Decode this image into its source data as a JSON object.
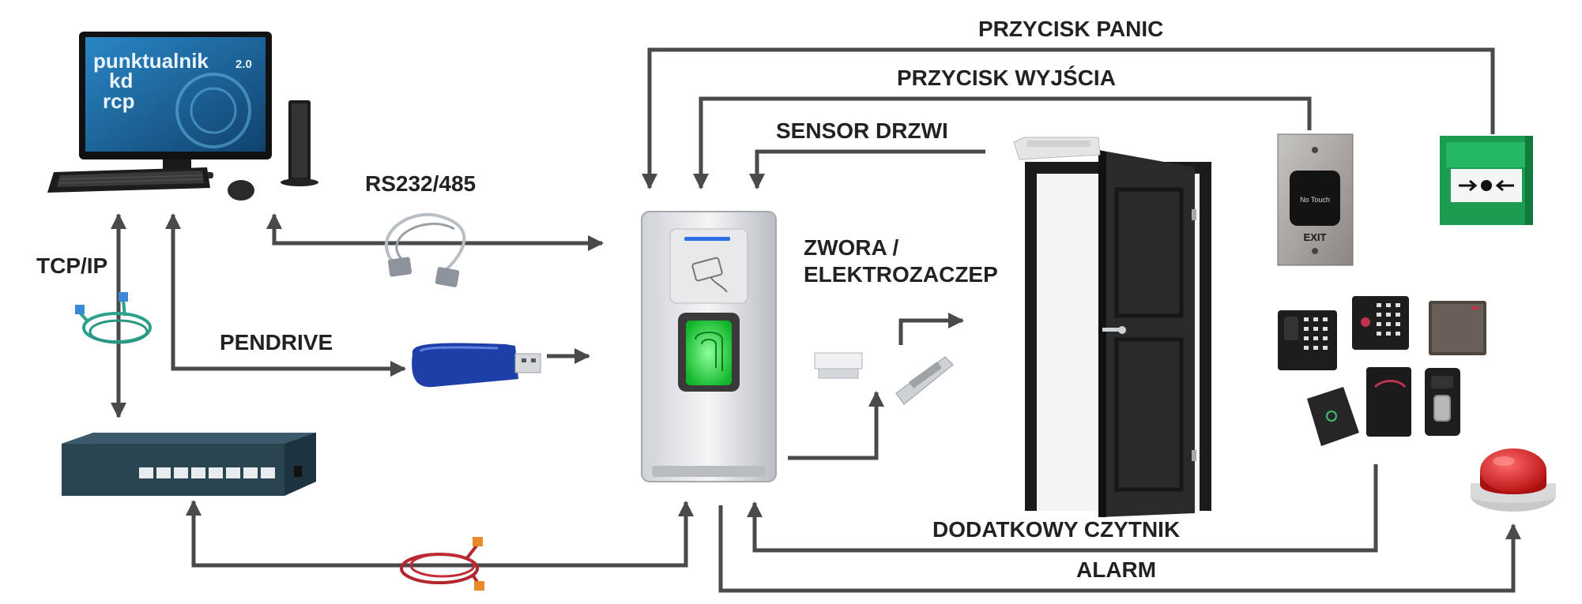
{
  "labels": {
    "panic": "PRZYCISK PANIC",
    "exit_button": "PRZYCISK WYJŚCIA",
    "door_sensor": "SENSOR DRZWI",
    "rs232": "RS232/485",
    "tcpip": "TCP/IP",
    "pendrive": "PENDRIVE",
    "lock_line1": "ZWORA /",
    "lock_line2": "ELEKTROZACZEP",
    "extra_reader": "DODATKOWY CZYTNIK",
    "alarm": "ALARM"
  },
  "monitor_logo": {
    "line1": "punktualnik",
    "version": "2.0",
    "line2": "kd",
    "line3": "rcp"
  },
  "exit_device": {
    "touch_text": "No Touch",
    "exit_text": "EXIT"
  },
  "colors": {
    "wire": "#4a4a48",
    "monitor_screen": "#1f6aa0",
    "fingerprint_glow": "#19e23a",
    "panic_box": "#1fae5b",
    "alarm_button": "#e02222",
    "usb_body": "#1e3fa8"
  }
}
